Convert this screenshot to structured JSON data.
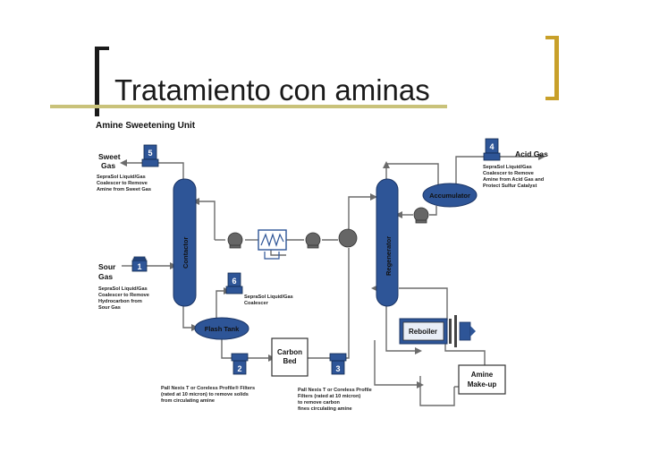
{
  "slide": {
    "title": "Tratamiento con aminas"
  },
  "colors": {
    "accent": "#c8a02a",
    "vessel": "#2e5597",
    "pipe": "#6b6b6b"
  },
  "diagram": {
    "heading": "Amine Sweetening Unit",
    "streams": {
      "sweet_gas": [
        "Sweet",
        "Gas"
      ],
      "sour_gas": [
        "Sour",
        "Gas"
      ],
      "acid_gas": "Acid Gas"
    },
    "equipment": {
      "contactor": "Contactor",
      "regenerator": "Regenerator",
      "accumulator": "Accumulator",
      "flash_tank": "Flash Tank",
      "carbon_bed": [
        "Carbon",
        "Bed"
      ],
      "reboiler": "Reboiler",
      "amine_makeup": [
        "Amine",
        "Make-up"
      ]
    },
    "filters": [
      {
        "num": "1",
        "note": [
          "SepraSol Liquid/Gas",
          "Coalescer to Remove",
          "Hydrocarbon from",
          "Sour Gas"
        ]
      },
      {
        "num": "2",
        "note": [
          "Pall Nexis T or Coreless Profile® Filters",
          "(rated at 10 micron) to remove solids",
          "from circulating amine"
        ]
      },
      {
        "num": "3",
        "note": [
          "Pall Nexis T or Coreless Profile",
          "Filters (rated at 10 micron)",
          "to remove carbon",
          "fines circulating amine"
        ]
      },
      {
        "num": "4",
        "note": [
          "SepraSol Liquid/Gas",
          "Coalescer to Remove",
          "Amine from Acid Gas and",
          "Protect Sulfur Catalyst"
        ]
      },
      {
        "num": "5",
        "note": [
          "SepraSol Liquid/Gas",
          "Coalescer to Remove",
          "Amine from Sweet Gas"
        ]
      },
      {
        "num": "6",
        "note": [
          "SepraSol Liquid/Gas",
          "Coalescer"
        ]
      }
    ]
  }
}
